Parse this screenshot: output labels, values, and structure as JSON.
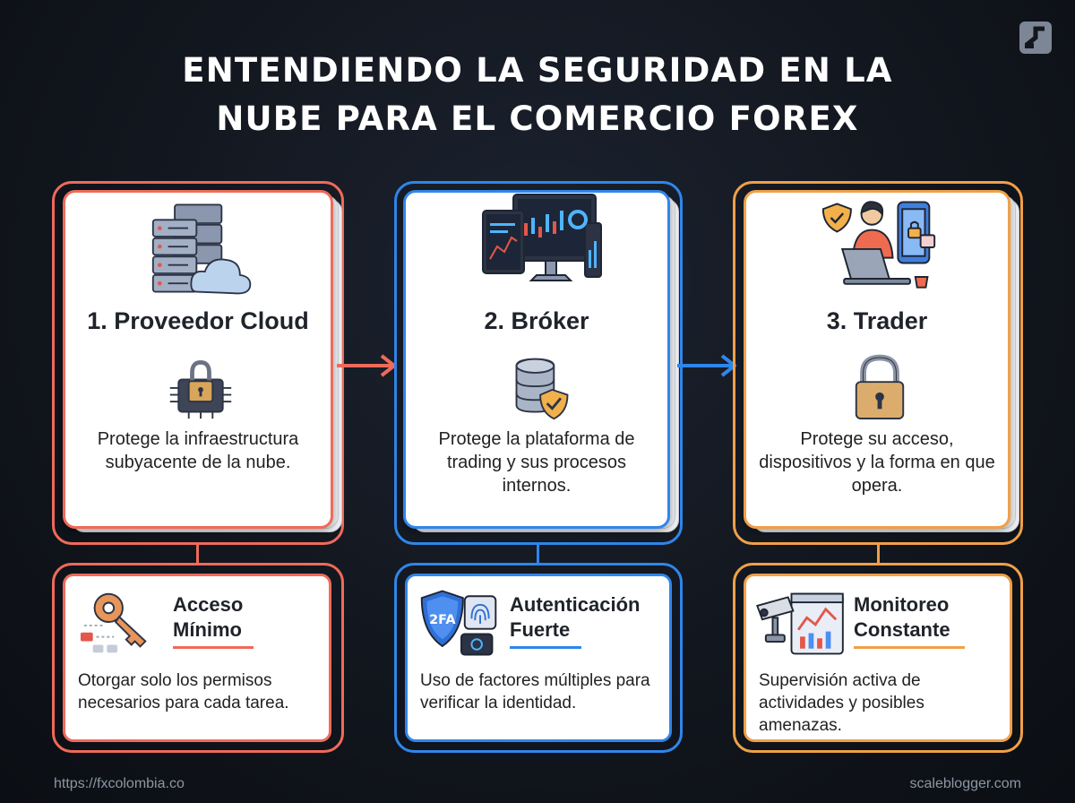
{
  "title_line1": "ENTENDIENDO LA SEGURIDAD EN LA",
  "title_line2": "NUBE PARA EL COMERCIO FOREX",
  "colors": {
    "cloud": "#ef6a5a",
    "broker": "#2f86ea",
    "trader": "#f0a048"
  },
  "columns": [
    {
      "title": "1. Proveedor Cloud",
      "description": "Protege la infraestructura subyacente de la nube.",
      "bottom_title": "Acceso Mínimo",
      "bottom_description": "Otorgar solo los permisos necesarios para cada tarea."
    },
    {
      "title": "2. Bróker",
      "description": "Protege la plataforma de trading y sus procesos internos.",
      "bottom_title": "Autenticación Fuerte",
      "bottom_description": "Uso de factores múltiples para verificar la identidad.",
      "badge_text": "2FA"
    },
    {
      "title": "3. Trader",
      "description": "Protege su acceso, dispositivos y la forma en que opera.",
      "bottom_title": "Monitoreo Constante",
      "bottom_description": "Supervisión activa de actividades y posibles amenazas."
    }
  ],
  "footer_left": "https://fxcolombia.co",
  "footer_right": "scaleblogger.com"
}
